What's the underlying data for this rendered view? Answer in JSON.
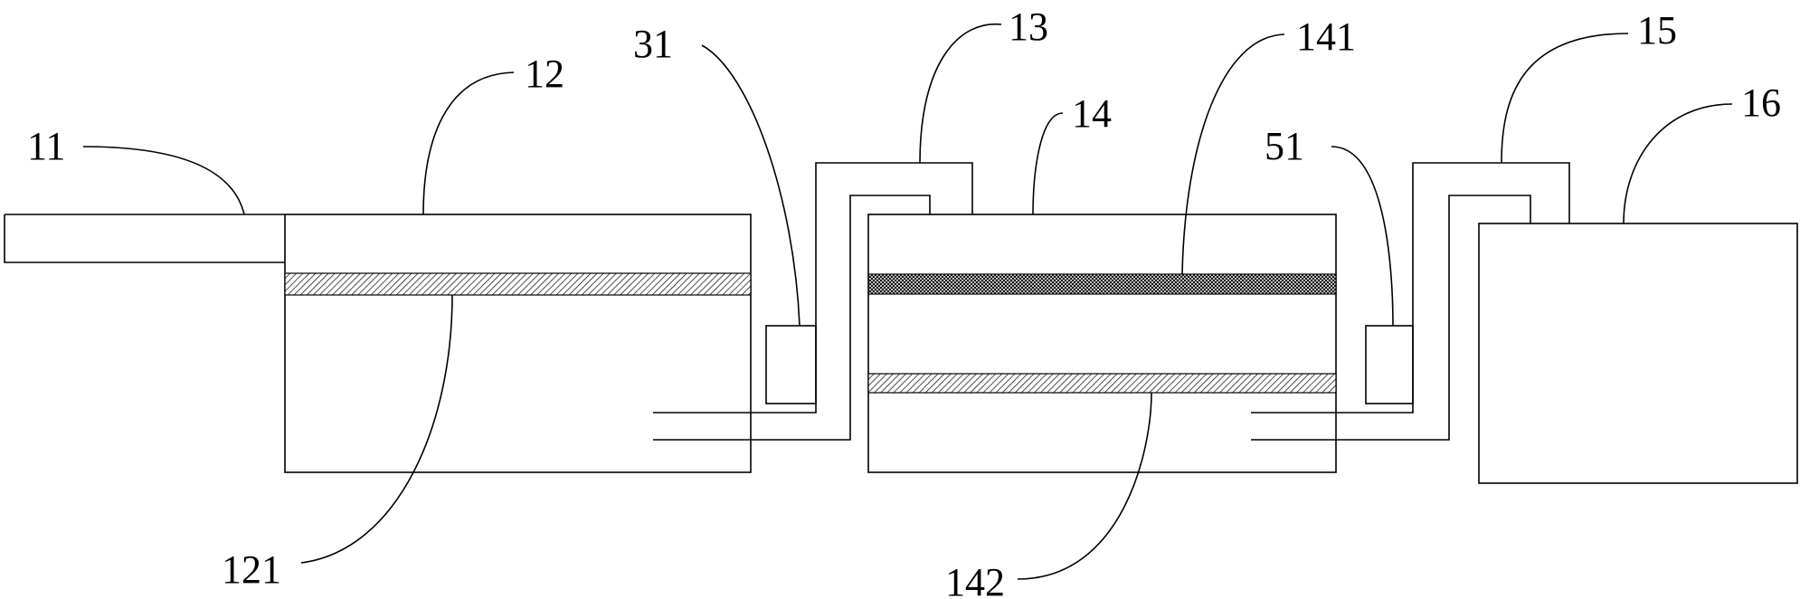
{
  "labels": {
    "l11": "11",
    "l12": "12",
    "l121": "121",
    "l31": "31",
    "l13": "13",
    "l14": "14",
    "l141": "141",
    "l142": "142",
    "l51": "51",
    "l15": "15",
    "l16": "16"
  },
  "colors": {
    "line": "#000000",
    "background": "#ffffff"
  }
}
